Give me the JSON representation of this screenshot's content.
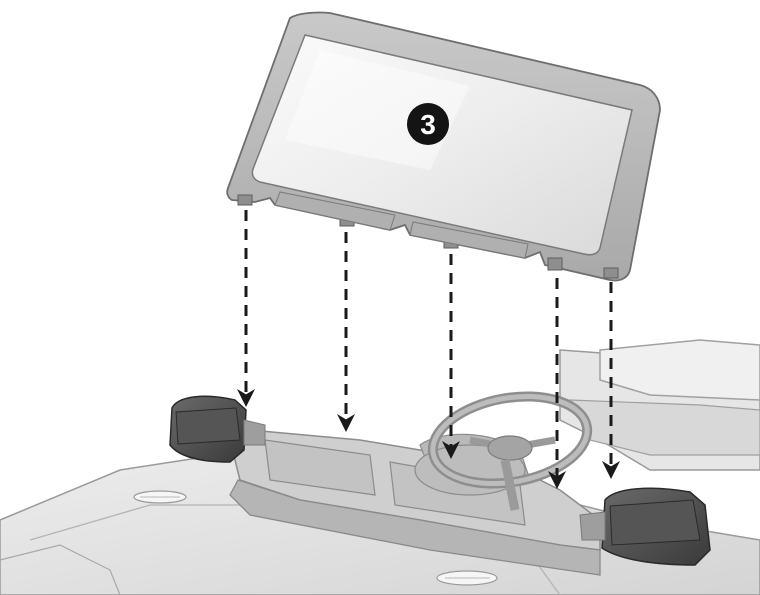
{
  "step": {
    "number": "3"
  },
  "colors": {
    "background": "#ffffff",
    "body_light": "#e2e2e2",
    "body_mid": "#c8c8c8",
    "body_dark": "#9a9a9a",
    "frame": "#bdbdbd",
    "glass": "#f2f2f2",
    "mirror": "#4a4a4a",
    "arrow": "#1a1a1a",
    "badge": "#141414"
  },
  "parts": {
    "windshield": "windshield-frame",
    "mirrors": [
      "mirror-left",
      "mirror-right"
    ],
    "steering_wheel": "steering-wheel",
    "dashboard": "dashboard"
  }
}
